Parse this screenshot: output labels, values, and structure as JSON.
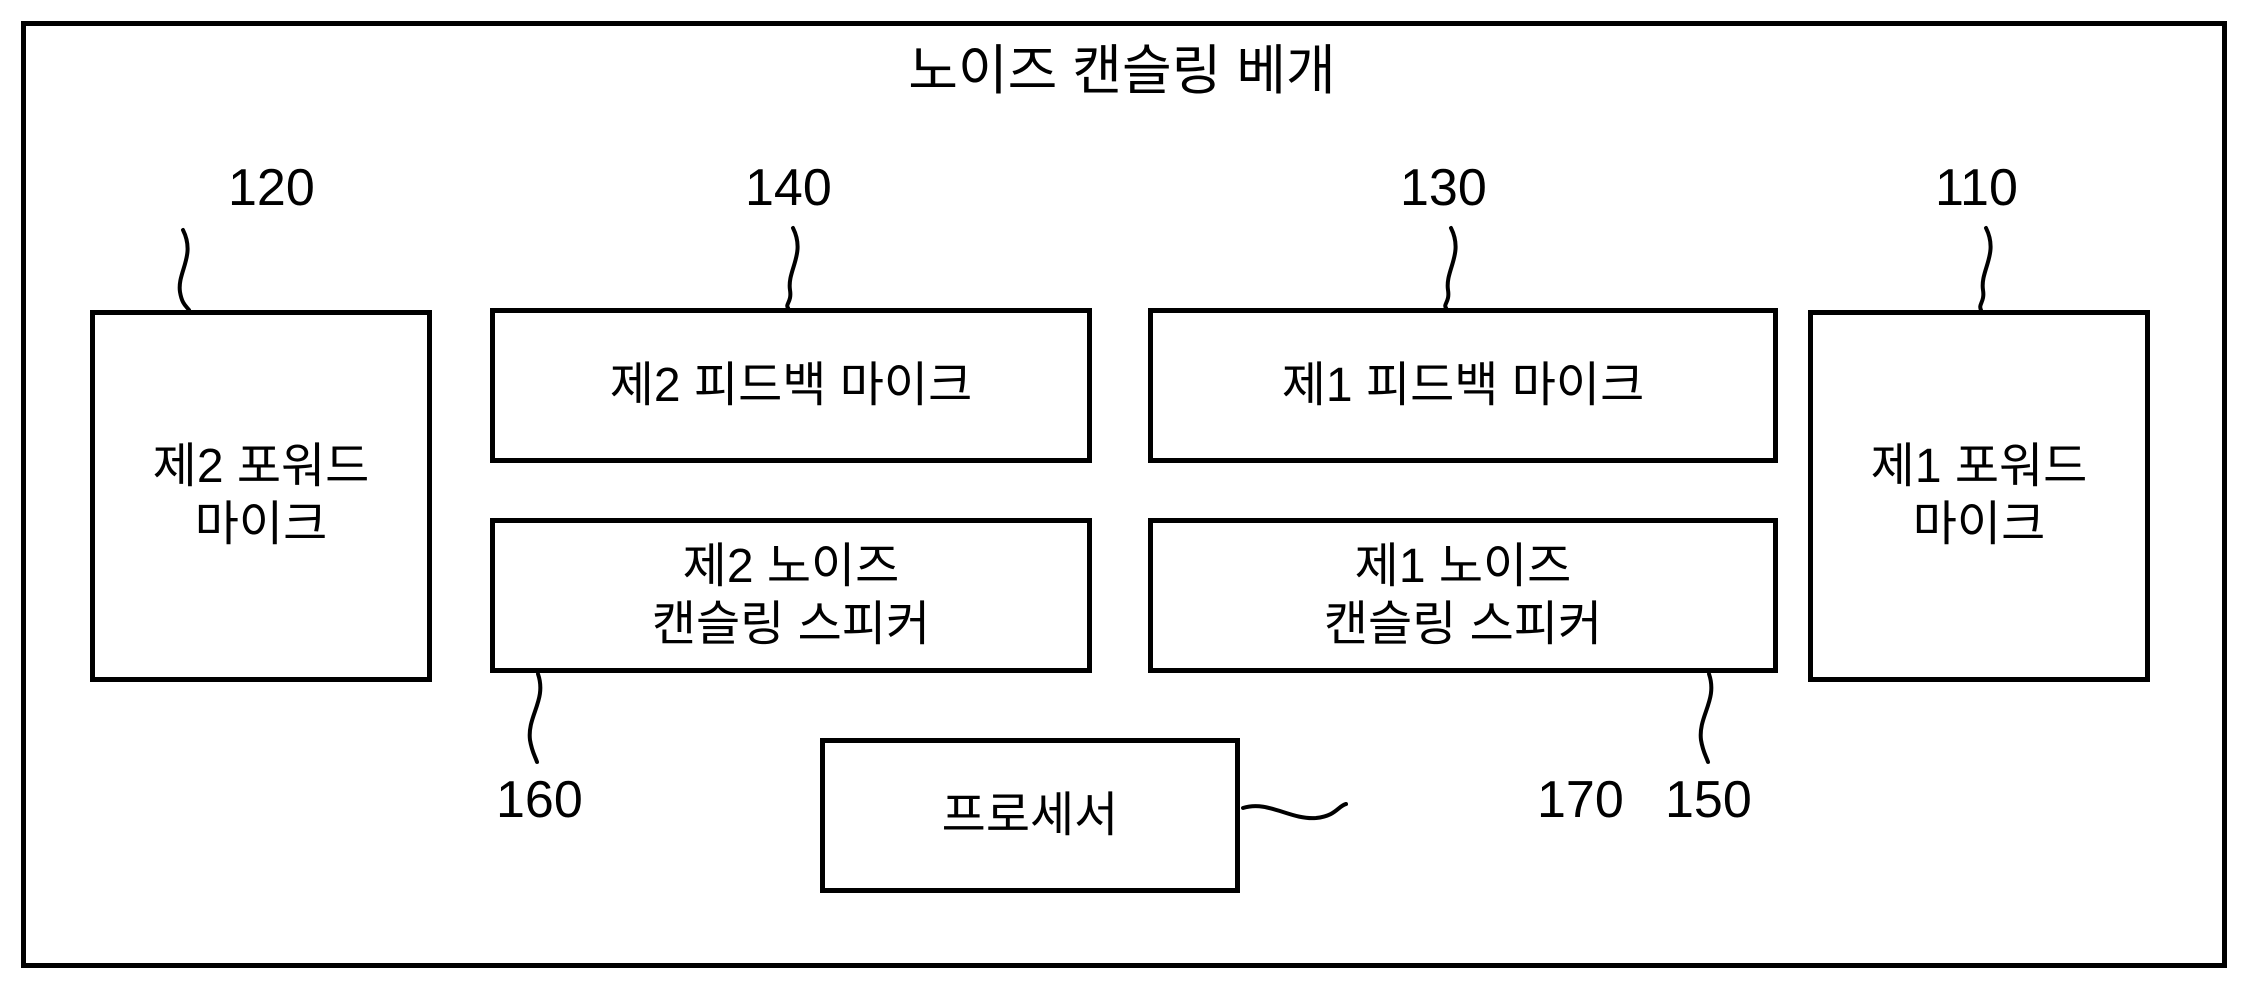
{
  "diagram": {
    "title": "노이즈 캔슬링 베개",
    "frame_color": "#000000",
    "background_color": "#ffffff"
  },
  "blocks": [
    {
      "ref": "120",
      "label": "제2 포워드\n마이크"
    },
    {
      "ref": "140",
      "label": "제2 피드백 마이크"
    },
    {
      "ref": "160",
      "label": "제2 노이즈\n캔슬링 스피커"
    },
    {
      "ref": "130",
      "label": "제1 피드백 마이크"
    },
    {
      "ref": "150",
      "label": "제1 노이즈\n캔슬링 스피커"
    },
    {
      "ref": "110",
      "label": "제1 포워드\n마이크"
    },
    {
      "ref": "170",
      "label": "프로세서"
    }
  ]
}
